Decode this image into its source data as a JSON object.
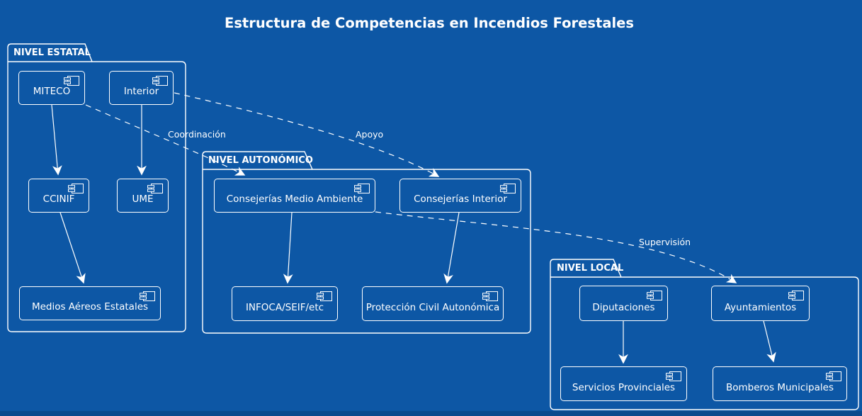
{
  "title": "Estructura de Competencias en Incendios Forestales",
  "colors": {
    "background": "#0d57a5",
    "line": "#ffffff",
    "text": "#ffffff"
  },
  "packages": {
    "estatal": {
      "label": "NIVEL ESTATAL"
    },
    "autonomico": {
      "label": "NIVEL AUTONÓMICO"
    },
    "local": {
      "label": "NIVEL LOCAL"
    }
  },
  "components": {
    "miteco": {
      "label": "MITECO"
    },
    "interior": {
      "label": "Interior"
    },
    "ccinif": {
      "label": "CCINIF"
    },
    "ume": {
      "label": "UME"
    },
    "medios_aereos": {
      "label": "Medios Aéreos Estatales"
    },
    "consejerias_ma": {
      "label": "Consejerías Medio Ambiente"
    },
    "consejerias_int": {
      "label": "Consejerías Interior"
    },
    "infoca": {
      "label": "INFOCA/SEIF/etc"
    },
    "proteccion_civil": {
      "label": "Protección Civil Autonómica"
    },
    "diputaciones": {
      "label": "Diputaciones"
    },
    "ayuntamientos": {
      "label": "Ayuntamientos"
    },
    "servicios_prov": {
      "label": "Servicios Provinciales"
    },
    "bomberos": {
      "label": "Bomberos Municipales"
    }
  },
  "edges": {
    "coordinacion": {
      "label": "Coordinación"
    },
    "apoyo": {
      "label": "Apoyo"
    },
    "supervision": {
      "label": "Supervisión"
    }
  },
  "relations": [
    {
      "from": "MITECO",
      "to": "CCINIF",
      "style": "solid",
      "label": ""
    },
    {
      "from": "Interior",
      "to": "UME",
      "style": "solid",
      "label": ""
    },
    {
      "from": "CCINIF",
      "to": "Medios Aéreos Estatales",
      "style": "solid",
      "label": ""
    },
    {
      "from": "MITECO",
      "to": "Consejerías Medio Ambiente",
      "style": "dashed",
      "label": "Coordinación"
    },
    {
      "from": "Interior",
      "to": "Consejerías Interior",
      "style": "dashed",
      "label": "Apoyo"
    },
    {
      "from": "Consejerías Medio Ambiente",
      "to": "INFOCA/SEIF/etc",
      "style": "solid",
      "label": ""
    },
    {
      "from": "Consejerías Interior",
      "to": "Protección Civil Autonómica",
      "style": "solid",
      "label": ""
    },
    {
      "from": "Consejerías Medio Ambiente",
      "to": "Ayuntamientos",
      "style": "dashed",
      "label": "Supervisión"
    },
    {
      "from": "Diputaciones",
      "to": "Servicios Provinciales",
      "style": "solid",
      "label": ""
    },
    {
      "from": "Ayuntamientos",
      "to": "Bomberos Municipales",
      "style": "solid",
      "label": ""
    }
  ]
}
